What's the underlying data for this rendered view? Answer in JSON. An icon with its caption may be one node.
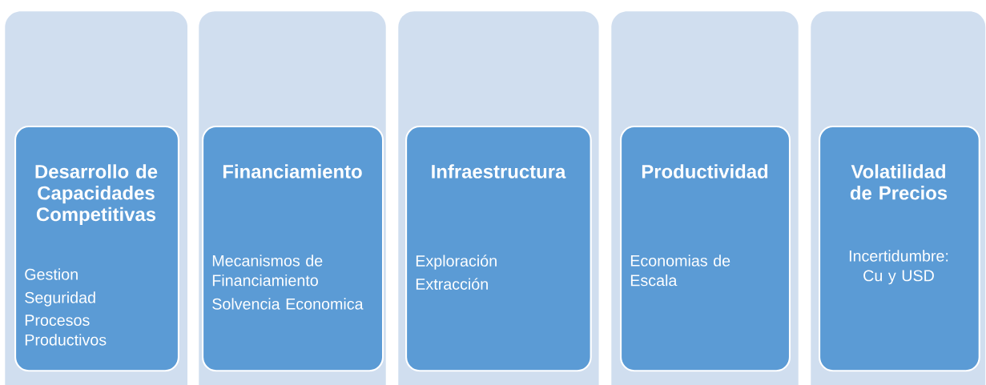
{
  "diagram": {
    "nodes": [
      {
        "text": [],
        "shape": "box"
      },
      {
        "text": [
          "Desarrollo de Capacidades Competitivas",
          "Gestion",
          "Seguridad",
          "Procesos Productivos"
        ],
        "in": 0
      },
      {
        "text": [],
        "shape": "box"
      },
      {
        "text": [
          "Financiamiento",
          "Mecanismos de Financiamiento",
          "Solvencia Economica"
        ],
        "in": 2
      },
      {
        "text": [],
        "shape": "box"
      },
      {
        "text": [
          "Infraestructura",
          "Exploración",
          "Extracción"
        ],
        "in": 4
      },
      {
        "text": [],
        "shape": "box"
      },
      {
        "text": [
          "Productividad",
          "Economias de Escala"
        ],
        "in": 6
      },
      {
        "text": [],
        "shape": "box"
      },
      {
        "text": [
          "Volatilidad de Precios",
          "Incertidumbre: Cu y USD"
        ],
        "in": 8
      }
    ]
  }
}
